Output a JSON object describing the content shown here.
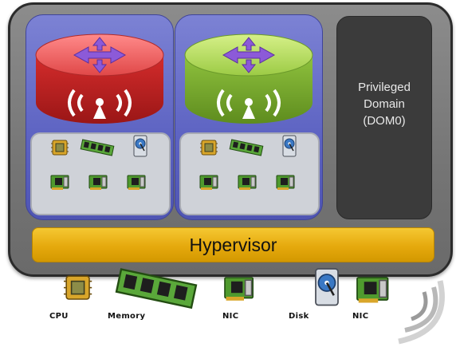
{
  "dom0": {
    "line1": "Privileged",
    "line2": "Domain",
    "line3": "(DOM0)"
  },
  "hypervisor": {
    "label": "Hypervisor"
  },
  "hardware": {
    "cpu": "CPU",
    "memory": "Memory",
    "nic1": "NIC",
    "disk": "Disk",
    "nic2": "NIC"
  },
  "colors": {
    "router1": "#d83a3a",
    "router2": "#8fc23e",
    "vm_panel": "#5d63c2",
    "hypervisor": "#f0b818",
    "dom0": "#3b3b3b"
  }
}
